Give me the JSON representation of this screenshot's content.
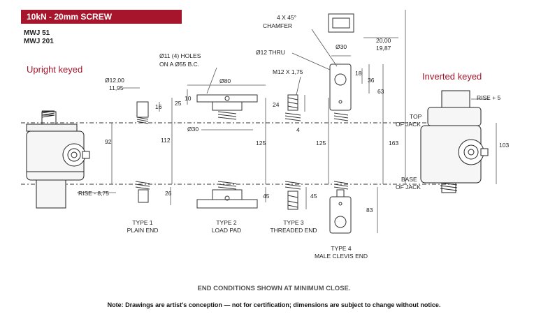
{
  "header": {
    "title": "10kN - 20mm SCREW",
    "models": [
      "MWJ 51",
      "MWJ 201"
    ]
  },
  "labels": {
    "upright": "Upright keyed",
    "inverted": "Inverted keyed",
    "holes_line1": "Ø11 (4) HOLES",
    "holes_line2": "ON A  Ø55 B.C.",
    "chamfer_line1": "4 X 45°",
    "chamfer_line2": "CHAMFER",
    "thru": "Ø12 THRU",
    "thread": "M12 X 1,75",
    "top_line1": "TOP",
    "top_line2": "OF JACK",
    "base_line1": "BASE",
    "base_line2": "OF JACK",
    "rise_plus": "RISE + 5",
    "rise_minus": "RISE - 8,75",
    "type1_line1": "TYPE 1",
    "type1_line2": "PLAIN END",
    "type2_line1": "TYPE 2",
    "type2_line2": "LOAD PAD",
    "type3_line1": "TYPE 3",
    "type3_line2": "THREADED END",
    "type4_line1": "TYPE 4",
    "type4_line2": "MALE CLEVIS END"
  },
  "dimensions": {
    "dia12_a": "Ø12,00",
    "dia12_b": "11,95",
    "d16": "16",
    "d10": "10",
    "d25": "25",
    "dia80": "Ø80",
    "dia30_pad": "Ø30",
    "d24": "24",
    "d4": "4",
    "dia30_clevis": "Ø30",
    "d18": "18",
    "d36": "36",
    "d63": "63",
    "d20_a": "20,00",
    "d20_b": "19,87",
    "d92": "92",
    "d112": "112",
    "d125_a": "125",
    "d125_b": "125",
    "d163": "163",
    "d103": "103",
    "d26": "26",
    "d45_a": "45",
    "d45_b": "45",
    "d83": "83"
  },
  "footer": {
    "note1": "END CONDITIONS SHOWN AT MINIMUM CLOSE.",
    "note2": "Note: Drawings are artist's conception — not for certification; dimensions are subject to change without notice."
  }
}
